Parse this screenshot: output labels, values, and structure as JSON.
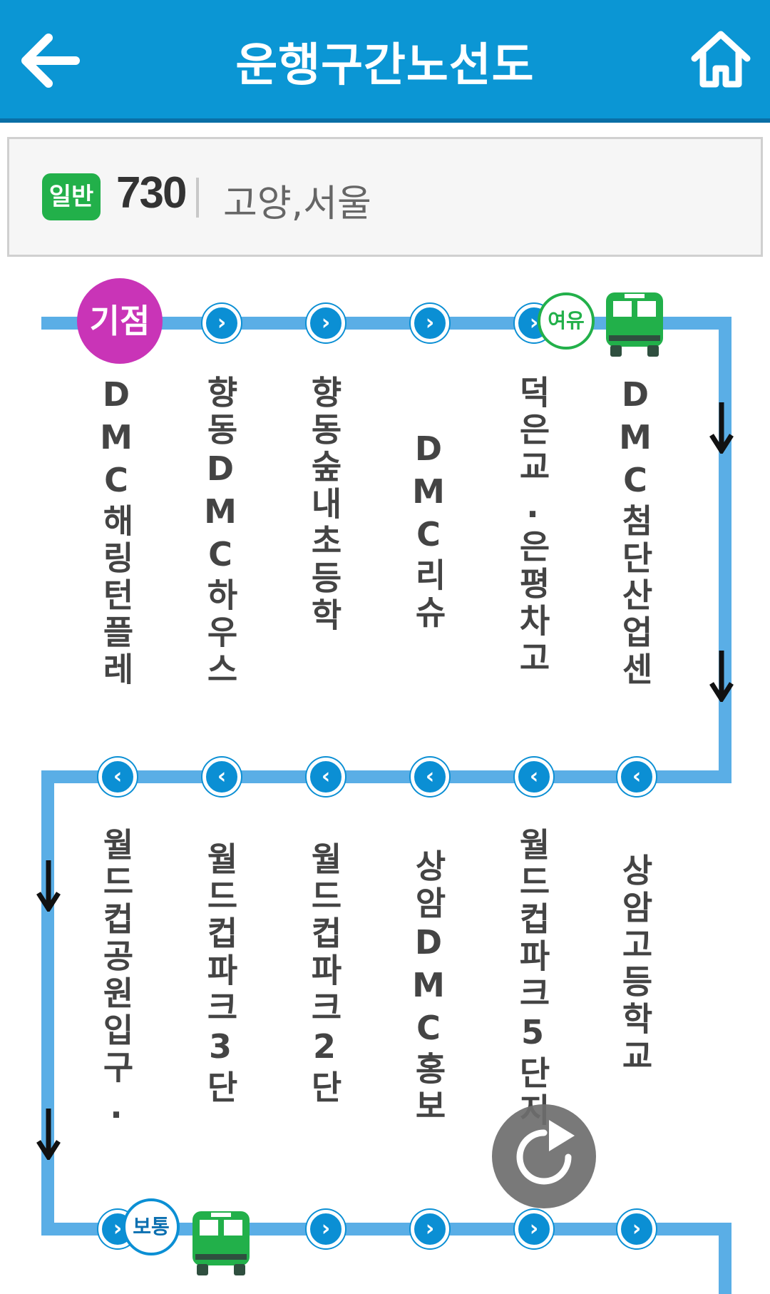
{
  "header": {
    "title": "운행구간노선도",
    "back_icon": "back-arrow-icon",
    "home_icon": "home-icon"
  },
  "route": {
    "type_badge": "일반",
    "number": "730",
    "region": "고양,서울"
  },
  "colors": {
    "header": "#0b96d4",
    "line": "#5aaee6",
    "stop": "#0b8fd4",
    "start": "#c934b7",
    "bus": "#22b04a"
  },
  "rows": [
    {
      "direction": "forward",
      "stops": [
        {
          "name": "DMC해링턴플레",
          "marker": "기점"
        },
        {
          "name": "향동DMC하우스"
        },
        {
          "name": "향동숲내초등학"
        },
        {
          "name": "DMC리슈"
        },
        {
          "name": "덕은교.은평차고",
          "crowd": "여유"
        },
        {
          "name": "DMC첨단산업센",
          "bus": true
        }
      ]
    },
    {
      "direction": "backward",
      "stops": [
        {
          "name": "월드컵공원입구."
        },
        {
          "name": "월드컵파크3단"
        },
        {
          "name": "월드컵파크2단"
        },
        {
          "name": "상암DMC홍보"
        },
        {
          "name": "월드컵파크5단지"
        },
        {
          "name": "상암고등학교"
        }
      ]
    },
    {
      "direction": "forward",
      "stops": [
        {
          "name": "",
          "crowd": "보통",
          "bus": true
        },
        {
          "name": ""
        },
        {
          "name": ""
        },
        {
          "name": ""
        },
        {
          "name": ""
        },
        {
          "name": ""
        }
      ]
    }
  ],
  "refresh_icon": "refresh-icon"
}
